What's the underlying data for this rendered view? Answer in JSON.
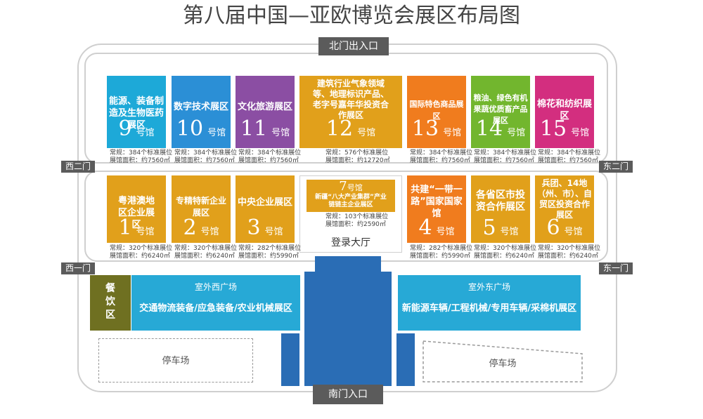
{
  "title": "第八届中国—亚欧博览会展区布局图",
  "gates": {
    "north": "北门出入口",
    "south": "南门入口",
    "west2": "西二门",
    "west1": "西一门",
    "east2": "东二门",
    "east1": "东一门"
  },
  "hall_suffix": "号馆",
  "colors": {
    "cyan": "#1da9d8",
    "blue": "#2b8fd6",
    "purple": "#8b4ea3",
    "orange": "#f07c1e",
    "green": "#72b62e",
    "magenta": "#d32e7f",
    "gold": "#e1a01b",
    "olive": "#6f7021",
    "lobby": "#2a6db5"
  },
  "halls_top": [
    {
      "name": "能源、装备制造及生物医药展区",
      "number": "9",
      "cap1": "常规：384个标准展位",
      "cap2": "展馆面积：约7560㎡"
    },
    {
      "name": "数字技术展区",
      "number": "10",
      "cap1": "常规：384个标准展位",
      "cap2": "展馆面积：约7560㎡"
    },
    {
      "name": "文化旅游展区",
      "number": "11",
      "cap1": "常规：384个标准展位",
      "cap2": "展馆面积：约7560㎡"
    },
    {
      "name": "建筑行业气象领域等、地理标识产品、老字号嘉年华投资合作展区",
      "number": "12",
      "cap1": "常规：576个标准展位",
      "cap2": "展馆面积：约12720㎡"
    },
    {
      "name": "国际特色商品展区",
      "number": "13",
      "cap1": "常规：384个标准展位",
      "cap2": "展馆面积：约7560㎡"
    },
    {
      "name": "粮油、绿色有机果蔬优质畜产品展区",
      "number": "14",
      "cap1": "常规：384个标准展位",
      "cap2": "展馆面积：约7560㎡"
    },
    {
      "name": "棉花和纺织展区",
      "number": "15",
      "cap1": "常规：384个标准展位",
      "cap2": "展馆面积：约7560㎡"
    }
  ],
  "halls_bottom": [
    {
      "name": "粤港澳地区企业展区",
      "number": "1",
      "cap1": "常规：320个标准展位",
      "cap2": "展馆面积：约6240㎡"
    },
    {
      "name": "专精特新企业展区",
      "number": "2",
      "cap1": "常规：320个标准展位",
      "cap2": "展馆面积：约6240㎡"
    },
    {
      "name": "中央企业展区",
      "number": "3",
      "cap1": "常规：282个标准展位",
      "cap2": "展馆面积：约5990㎡"
    },
    {
      "name": "共建“一带一路”国家国家馆",
      "number": "4",
      "cap1": "常规：282个标准展位",
      "cap2": "展馆面积：约5990㎡"
    },
    {
      "name": "各省区市投资合作展区",
      "number": "5",
      "cap1": "常规：320个标准展位",
      "cap2": "展馆面积：约6240㎡"
    },
    {
      "name": "兵团、14地（州、市）、自贸区投资合作展区",
      "number": "6",
      "cap1": "常规：320个标准展位",
      "cap2": "展馆面积：约6240㎡"
    }
  ],
  "hall7": {
    "number": "7",
    "name": "新疆“八大产业集群”产业链链主企业展区",
    "cap1": "常规：103个标准展位",
    "cap2": "展馆面积：约2590㎡"
  },
  "lobby_label": "登录大厅",
  "dining": "餐饮区",
  "west_plaza": {
    "title": "室外西广场",
    "name": "交通物流装备/应急装备/农业机械展区"
  },
  "east_plaza": {
    "title": "室外东广场",
    "name": "新能源车辆/工程机械/专用车辆/采棉机展区"
  },
  "parking_label": "停车场"
}
